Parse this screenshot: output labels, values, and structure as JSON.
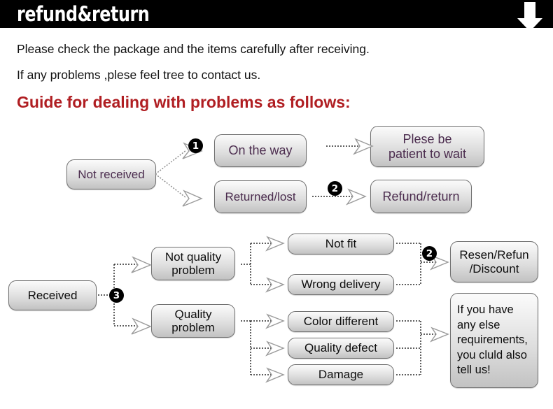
{
  "header": {
    "title": "refund&return",
    "arrow_icon": "down-arrow-icon",
    "background_color": "#000000",
    "text_color": "#ffffff"
  },
  "intro": {
    "line1": "Please check the package and the items carefully after receiving.",
    "line2": "If any problems ,plese feel tree to contact us."
  },
  "guide": {
    "heading": "Guide for dealing with problems as follows:",
    "heading_color": "#b01e22"
  },
  "colors": {
    "box_text_purple": "#4b2c4e",
    "box_text_dark": "#0d0d0d",
    "box_border": "#6e6e6e",
    "badge_bg": "#000000",
    "badge_text": "#ffffff"
  },
  "flow_not_received": {
    "badges": [
      "1",
      "2"
    ],
    "source": "Not received",
    "branch_on_the_way": "On the way",
    "branch_returned_lost": "Returned/lost",
    "outcome_wait": "Plese be\npatient to wait",
    "outcome_wait_line1": "Plese be",
    "outcome_wait_line2": "patient to wait",
    "outcome_refund": "Refund/return"
  },
  "flow_received": {
    "badges": [
      "3",
      "2"
    ],
    "source": "Received",
    "branch_not_quality_line1": "Not quality",
    "branch_not_quality_line2": "problem",
    "branch_quality_line1": "Quality",
    "branch_quality_line2": "problem",
    "reasons_not_quality": [
      "Not fit",
      "Wrong delivery"
    ],
    "reasons_quality": [
      "Color different",
      "Quality defect",
      "Damage"
    ],
    "outcome_resend_line1": "Resen/Refun",
    "outcome_resend_line2": "/Discount",
    "outcome_note_lines": [
      "If you have",
      "any else",
      "requirements,",
      "you cluld also",
      "tell us!"
    ]
  }
}
